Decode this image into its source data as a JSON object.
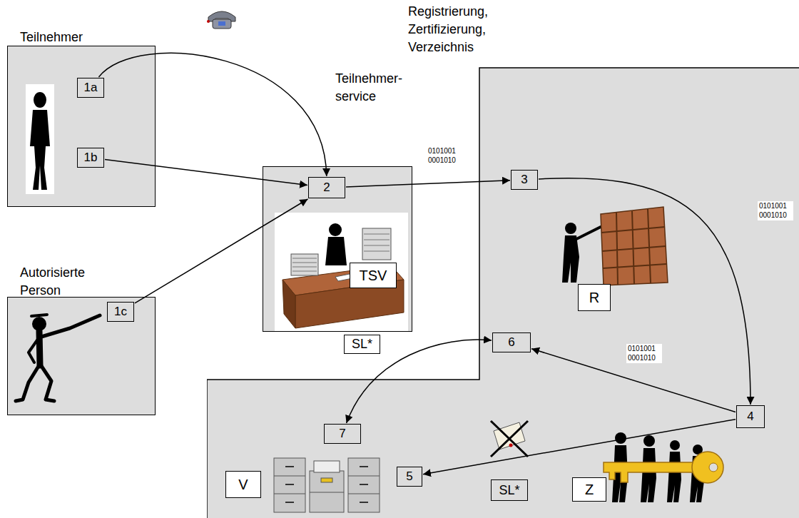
{
  "diagram": {
    "nodes": [
      {
        "text": [
          "Teilnehmer"
        ]
      },
      {
        "text": [
          "1a"
        ],
        "in": 0
      },
      {
        "text": [
          "1b"
        ],
        "in": 0
      },
      {
        "text": [
          "Autorisierte Person"
        ]
      },
      {
        "text": [
          "1c"
        ],
        "in": 3
      },
      {
        "text": [
          "Teilnehmer- service"
        ]
      },
      {
        "text": [
          "2"
        ],
        "in": 5
      },
      {
        "text": [
          "TSV"
        ],
        "in": 5
      },
      {
        "text": [
          "Registrierung, Zertifizierung, Verzeichnis"
        ]
      },
      {
        "text": [
          "3"
        ],
        "in": 8
      },
      {
        "text": [
          "R"
        ],
        "in": 8
      },
      {
        "text": [
          "4"
        ],
        "in": 8
      },
      {
        "text": [
          "6"
        ],
        "in": 8
      },
      {
        "text": [
          "5"
        ],
        "in": 8
      },
      {
        "text": [
          "7"
        ],
        "in": 8
      },
      {
        "text": [
          "V"
        ],
        "in": 8
      },
      {
        "text": [
          "SL*"
        ],
        "in": 8
      },
      {
        "text": [
          "Z"
        ],
        "in": 8
      }
    ],
    "edges": [
      {
        "from": 1,
        "to": 6,
        "arrow": "to"
      },
      {
        "from": 2,
        "to": 6,
        "arrow": "to"
      },
      {
        "from": 4,
        "to": 6,
        "arrow": "to"
      },
      {
        "from": 6,
        "to": 9,
        "arrow": "to"
      },
      {
        "from": 9,
        "to": 11,
        "arrow": "to"
      },
      {
        "from": 11,
        "to": 12,
        "arrow": "to"
      },
      {
        "from": 11,
        "to": 13,
        "arrow": "to"
      },
      {
        "from": 14,
        "to": 12,
        "label": "SL*",
        "arrow": "both"
      }
    ],
    "labels": [
      "0101001 0001010",
      "0101001 0001010",
      "0101001 0001010"
    ]
  }
}
